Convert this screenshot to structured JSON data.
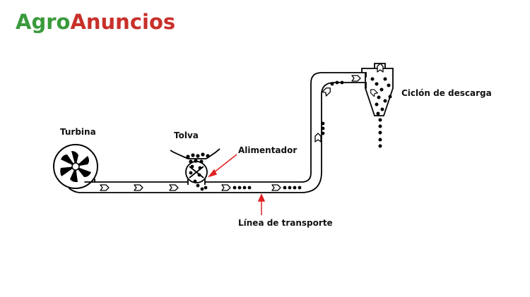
{
  "brand": {
    "part1": "Agro",
    "part2": "Anuncios",
    "color1": "#3a9a3c",
    "color2": "#c8302a"
  },
  "diagram": {
    "labels": {
      "turbina": "Turbina",
      "tolva": "Tolva",
      "alimentador": "Alimentador",
      "ciclon": "Ciclón de descarga",
      "linea": "Línea de transporte"
    },
    "arrow_color": "#e02020",
    "line_color": "#000000"
  }
}
